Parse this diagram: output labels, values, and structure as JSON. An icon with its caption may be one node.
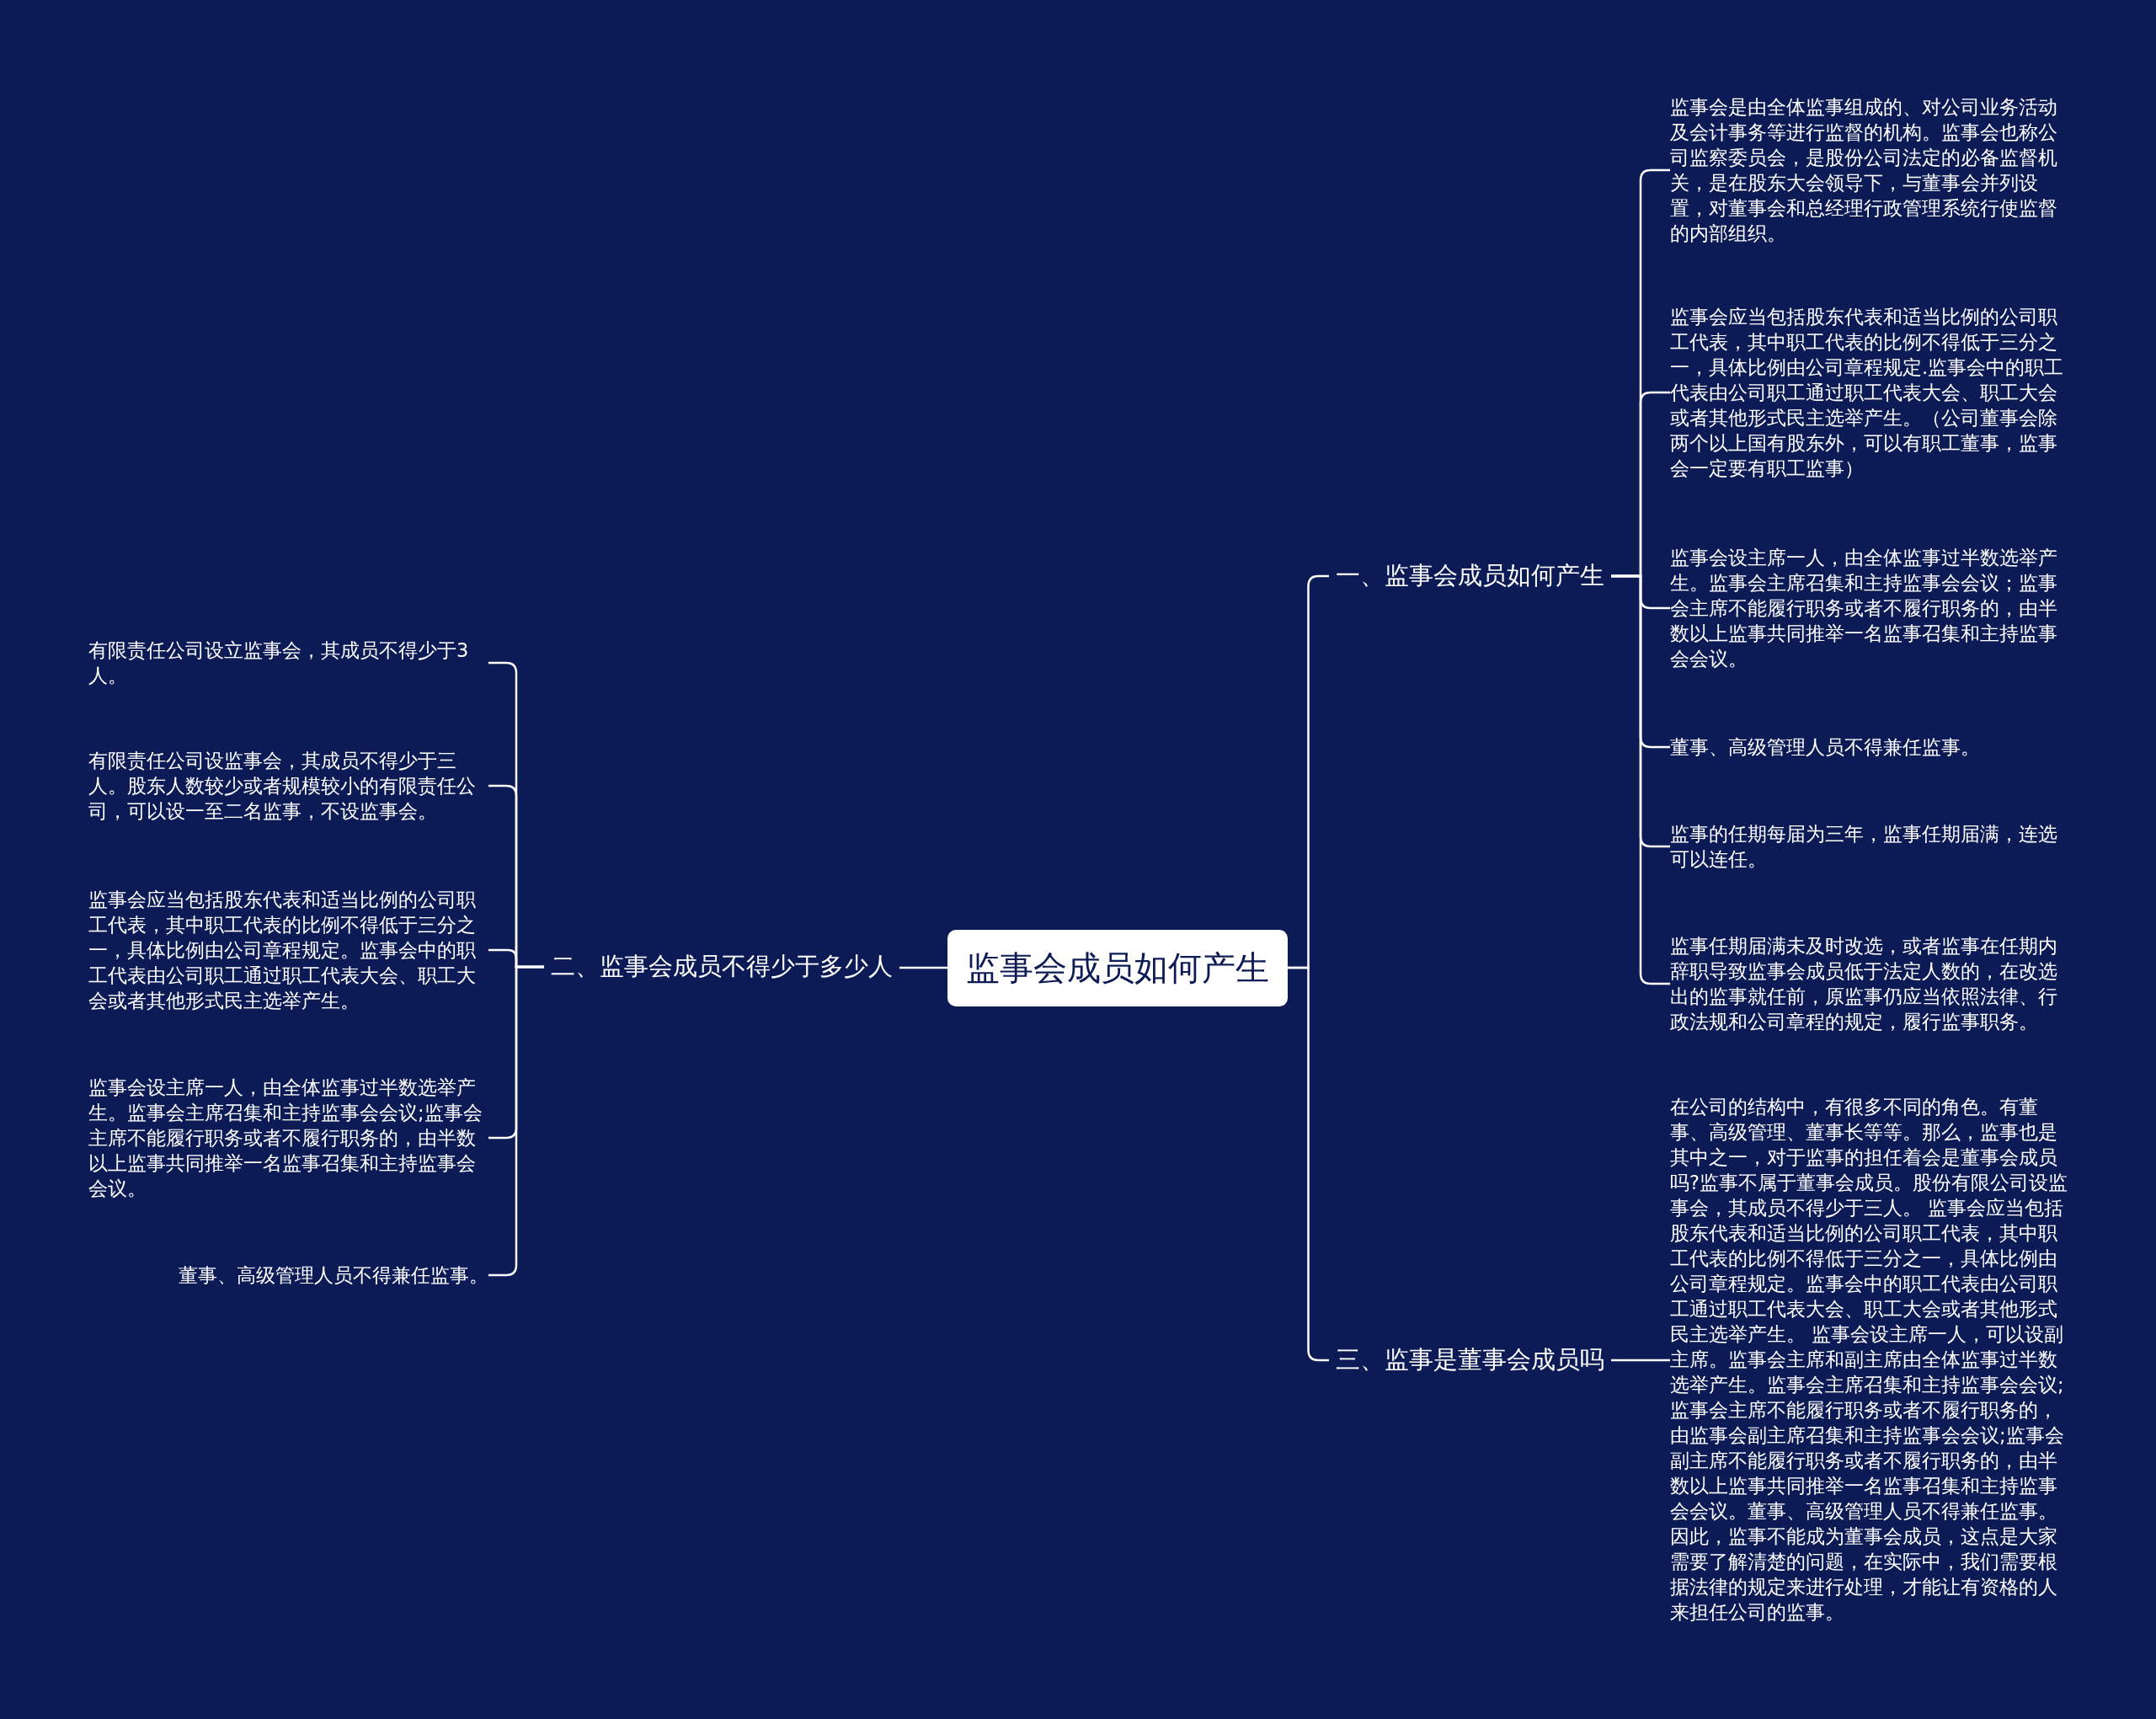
{
  "diagram": {
    "nodes": [
      {
        "text": [
          "监事会成员如何产生"
        ]
      },
      {
        "text": [
          "一、监事会成员如何产生"
        ]
      },
      {
        "text": [
          "监事会是由全体监事组成的、对公司业务活动及会计事务等进行监督的机构。监事会也称公司监察委员会，是股份公司法定的必备监督机关，是在股东大会领导下，与董事会并列设置，对董事会和总经理行政管理系统行使监督的内部组织。"
        ]
      },
      {
        "text": [
          "监事会应当包括股东代表和适当比例的公司职工代表，其中职工代表的比例不得低于三分之一，具体比例由公司章程规定.监事会中的职工代表由公司职工通过职工代表大会、职工大会或者其他形式民主选举产生。（公司董事会除两个以上国有股东外，可以有职工董事，监事会一定要有职工监事）"
        ]
      },
      {
        "text": [
          "监事会设主席一人，由全体监事过半数选举产生。监事会主席召集和主持监事会会议；监事会主席不能履行职务或者不履行职务的，由半数以上监事共同推举一名监事召集和主持监事会会议。"
        ]
      },
      {
        "text": [
          "董事、高级管理人员不得兼任监事。"
        ]
      },
      {
        "text": [
          "监事的任期每届为三年，监事任期届满，连选可以连任。"
        ]
      },
      {
        "text": [
          "监事任期届满未及时改选，或者监事在任期内辞职导致监事会成员低于法定人数的，在改选出的监事就任前，原监事仍应当依照法律、行政法规和公司章程的规定，履行监事职务。"
        ]
      },
      {
        "text": [
          "二、监事会成员不得少于多少人"
        ]
      },
      {
        "text": [
          "有限责任公司设立监事会，其成员不得少于3人。"
        ]
      },
      {
        "text": [
          "有限责任公司设监事会，其成员不得少于三人。股东人数较少或者规模较小的有限责任公司，可以设一至二名监事，不设监事会。"
        ]
      },
      {
        "text": [
          "监事会应当包括股东代表和适当比例的公司职工代表，其中职工代表的比例不得低于三分之一，具体比例由公司章程规定。监事会中的职工代表由公司职工通过职工代表大会、职工大会或者其他形式民主选举产生。"
        ]
      },
      {
        "text": [
          "监事会设主席一人，由全体监事过半数选举产生。监事会主席召集和主持监事会会议;监事会主席不能履行职务或者不履行职务的，由半数以上监事共同推举一名监事召集和主持监事会会议。"
        ]
      },
      {
        "text": [
          "董事、高级管理人员不得兼任监事。"
        ]
      },
      {
        "text": [
          "三、监事是董事会成员吗"
        ]
      },
      {
        "text": [
          "在公司的结构中，有很多不同的角色。有董事、高级管理、董事长等等。那么，监事也是其中之一，对于监事的担任着会是董事会成员吗?监事不属于董事会成员。股份有限公司设监事会，其成员不得少于三人。 监事会应当包括股东代表和适当比例的公司职工代表，其中职工代表的比例不得低于三分之一，具体比例由公司章程规定。监事会中的职工代表由公司职工通过职工代表大会、职工大会或者其他形式民主选举产生。 监事会设主席一人，可以设副主席。监事会主席和副主席由全体监事过半数选举产生。监事会主席召集和主持监事会会议;监事会主席不能履行职务或者不履行职务的，由监事会副主席召集和主持监事会会议;监事会副主席不能履行职务或者不履行职务的，由半数以上监事共同推举一名监事召集和主持监事会会议。董事、高级管理人员不得兼任监事。因此，监事不能成为董事会成员，这点是大家需要了解清楚的问题，在实际中，我们需要根据法律的规定来进行处理，才能让有资格的人来担任公司的监事。"
        ]
      }
    ],
    "edges": [
      {
        "from": 0,
        "to": 1,
        "arrow": "none"
      },
      {
        "from": 0,
        "to": 8,
        "arrow": "none"
      },
      {
        "from": 0,
        "to": 14,
        "arrow": "none"
      },
      {
        "from": 1,
        "to": 2,
        "arrow": "none"
      },
      {
        "from": 1,
        "to": 3,
        "arrow": "none"
      },
      {
        "from": 1,
        "to": 4,
        "arrow": "none"
      },
      {
        "from": 1,
        "to": 5,
        "arrow": "none"
      },
      {
        "from": 1,
        "to": 6,
        "arrow": "none"
      },
      {
        "from": 1,
        "to": 7,
        "arrow": "none"
      },
      {
        "from": 8,
        "to": 9,
        "arrow": "none"
      },
      {
        "from": 8,
        "to": 10,
        "arrow": "none"
      },
      {
        "from": 8,
        "to": 11,
        "arrow": "none"
      },
      {
        "from": 8,
        "to": 12,
        "arrow": "none"
      },
      {
        "from": 8,
        "to": 13,
        "arrow": "none"
      },
      {
        "from": 14,
        "to": 15,
        "arrow": "none"
      }
    ]
  }
}
